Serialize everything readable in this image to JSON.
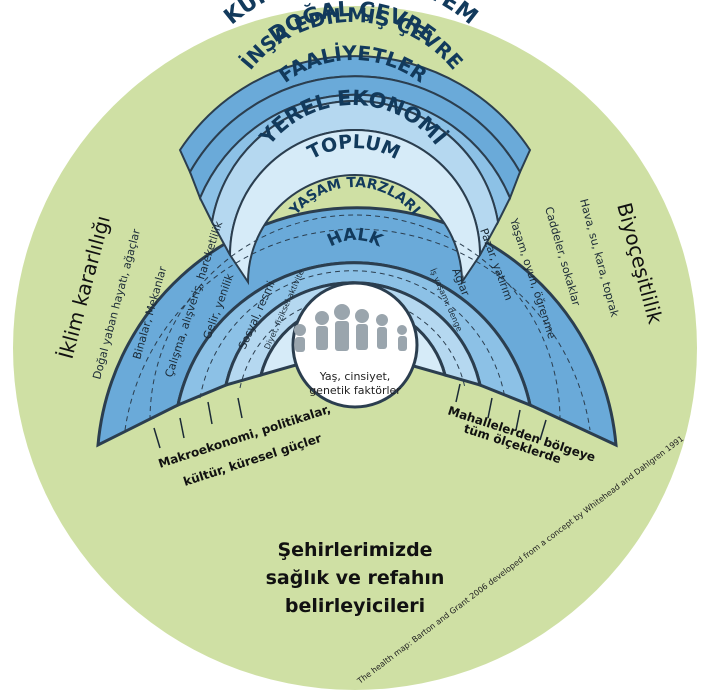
{
  "title": "KÜRESEL EKOSİSTEM",
  "side_labels": {
    "left": "İklim kararlılığı",
    "right": "Biyoçeşitlilik"
  },
  "bands": {
    "natural": "DOĞAL ÇEVRE",
    "built": "İNŞA EDİLMİŞ ÇEVRE",
    "activities": "FAALİYETLER",
    "economy": "YEREL EKONOMİ",
    "community": "TOPLUM",
    "lifestyle": "YAŞAM TARZLARI",
    "people": "HALK"
  },
  "radial_labels": {
    "left": [
      "Doğal yaban hayatı, ağaçlar",
      "Binalar, Mekanlar",
      "Çalışma, alışveriş, hareketlilik",
      "Gelir, yenilik",
      "Sosyal, resmi",
      "Diyet, fiziksel aktivite"
    ],
    "right": [
      "Hava, su, kara, toprak",
      "Caddeler, sokaklar",
      "Yaşam, oyun, öğrenme",
      "Pazar, yatırım",
      "Ağlar",
      "İş yaşamı, denge"
    ]
  },
  "center": {
    "lines": [
      "Yaş, cinsiyet,",
      "genetik faktörler"
    ]
  },
  "bottom_left": [
    "Makroekonomi, politikalar,",
    "kültür, küresel güçler"
  ],
  "bottom_right": [
    "Mahallelerden bölgeye",
    "tüm ölçeklerde"
  ],
  "caption": [
    "Şehirlerimizde",
    "sağlık ve refahın",
    "belirleyicileri"
  ],
  "credit": "The health map: Barton and Grant 2006 developed from a concept by Whitehead and Dahlgren 1991",
  "colors": {
    "outer": "#cfe0a4",
    "band_outer": "#6aaad9",
    "band_mid": "#8cc1e6",
    "band_light": "#b5d8f0",
    "band_lightest": "#d6ebf8",
    "core": "#ffffff",
    "stroke": "#2b3e4f"
  },
  "icons": [
    "people-group-icon"
  ]
}
